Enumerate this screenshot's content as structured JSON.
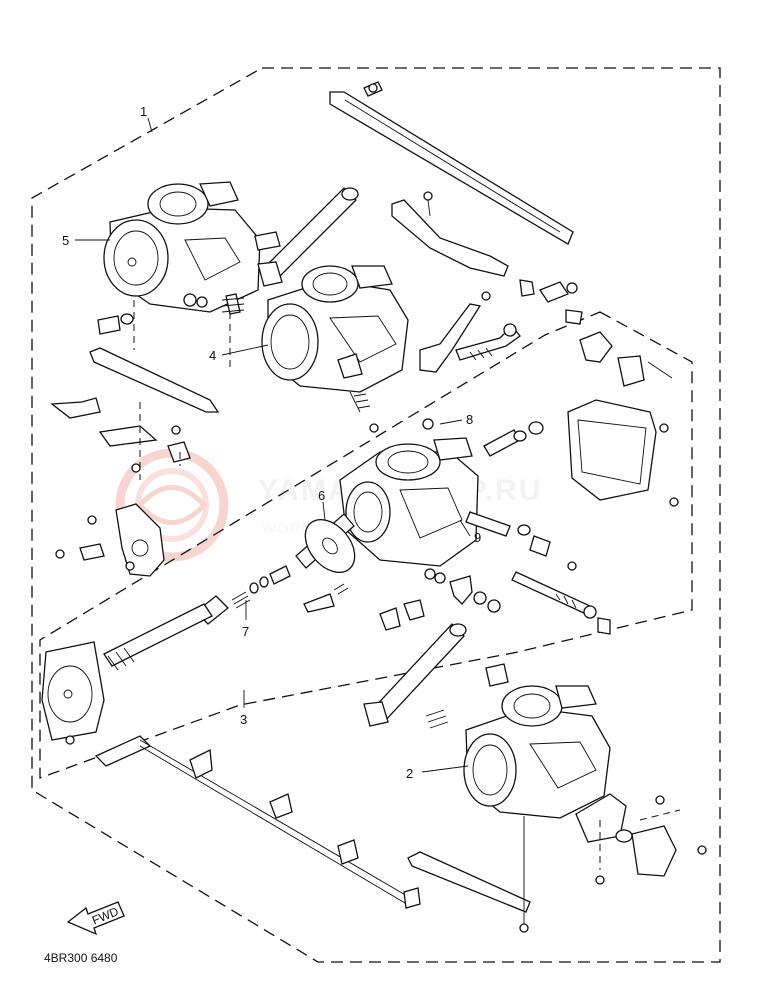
{
  "diagram": {
    "callouts": [
      {
        "id": "1",
        "label": "1"
      },
      {
        "id": "2",
        "label": "2"
      },
      {
        "id": "3",
        "label": "3"
      },
      {
        "id": "4",
        "label": "4"
      },
      {
        "id": "5",
        "label": "5"
      },
      {
        "id": "6",
        "label": "6"
      },
      {
        "id": "7",
        "label": "7"
      },
      {
        "id": "8",
        "label": "8"
      },
      {
        "id": "9",
        "label": "9"
      }
    ],
    "fwd_label": "FWD",
    "diagram_code": "4BR300 6480",
    "watermark": {
      "main": "YAMAHAKEEP.RU",
      "sub": "WORKSHOP MANUAL YAMAHA",
      "color": "#e8463a"
    }
  }
}
